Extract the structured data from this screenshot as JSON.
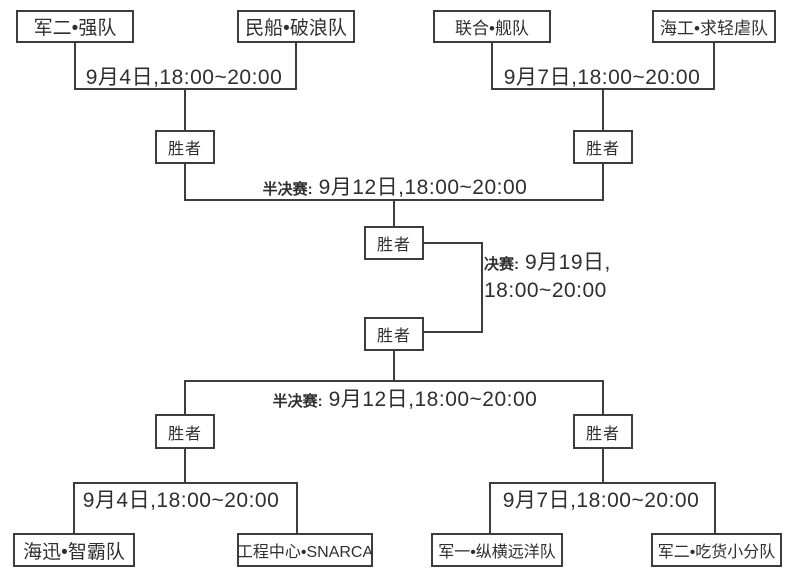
{
  "diagram": {
    "kind": "tournament-bracket",
    "colors": {
      "line": "#3d3d3d",
      "text": "#2f2f2f",
      "background": "#ffffff"
    }
  },
  "bracket": {
    "winner_label": "胜者",
    "round1": [
      {
        "team_a": "军二•强队",
        "team_b": "民船•破浪队",
        "time": "9月4日,18:00~20:00"
      },
      {
        "team_a": "联合•舰队",
        "team_b": "海工•求轻虐队",
        "time": "9月7日,18:00~20:00"
      },
      {
        "team_a": "海迅•智霸队",
        "team_b": "工程中心•SNARCA",
        "time": "9月4日,18:00~20:00"
      },
      {
        "team_a": "军一•纵横远洋队",
        "team_b": "军二•吃货小分队",
        "time": "9月7日,18:00~20:00"
      }
    ],
    "semifinal": {
      "prefix": "半决赛:",
      "time": "9月12日,18:00~20:00"
    },
    "final": {
      "prefix": "决赛:",
      "date": "9月19日,",
      "time": "18:00~20:00"
    }
  }
}
